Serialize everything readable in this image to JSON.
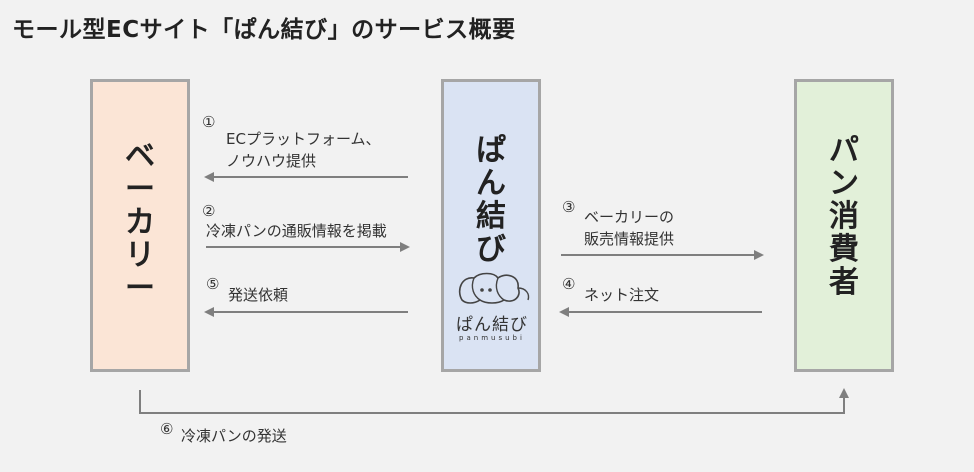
{
  "title": "モール型ECサイト「ぱん結び」のサービス概要",
  "boxes": {
    "bakery": {
      "label": "ベーカリー",
      "chars": [
        "ベ",
        "ー",
        "カ",
        "リ",
        "ー"
      ],
      "fill": "#fbe5d6"
    },
    "panmusubi": {
      "label": "ぱん結び",
      "chars": [
        "ぱ",
        "ん",
        "結",
        "び"
      ],
      "fill": "#dae3f3"
    },
    "consumer": {
      "label": "パン消費者",
      "chars": [
        "パ",
        "ン",
        "消",
        "費",
        "者"
      ],
      "fill": "#e2f0d9"
    }
  },
  "logo": {
    "text": "ぱん結び",
    "sub": "panmusubi"
  },
  "flows": [
    {
      "num": "①",
      "lines": [
        "ECプラットフォーム、",
        "ノウハウ提供"
      ]
    },
    {
      "num": "②",
      "lines": [
        "冷凍パンの通販情報を掲載"
      ]
    },
    {
      "num": "③",
      "lines": [
        "ベーカリーの",
        "販売情報提供"
      ]
    },
    {
      "num": "④",
      "lines": [
        "ネット注文"
      ]
    },
    {
      "num": "⑤",
      "lines": [
        "発送依頼"
      ]
    },
    {
      "num": "⑥",
      "lines": [
        "冷凍パンの発送"
      ]
    }
  ],
  "colors": {
    "arrow": "#7f7f7f",
    "border": "#a6a6a6"
  }
}
